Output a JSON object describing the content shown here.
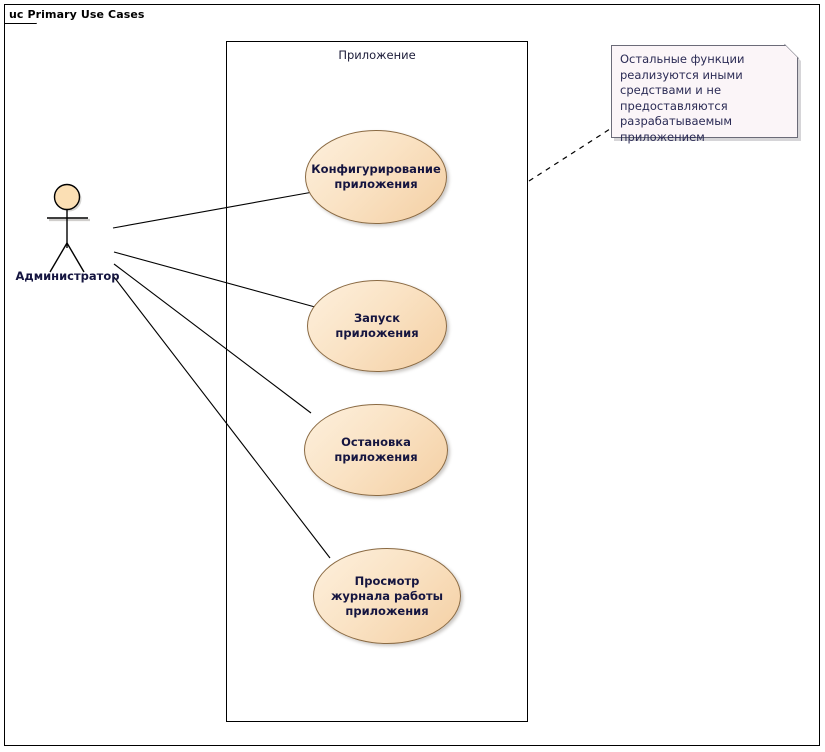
{
  "frame": {
    "tab_label": "uc Primary Use Cases"
  },
  "boundary": {
    "label": "Приложение"
  },
  "actor": {
    "label": "Администратор",
    "icon": "stick-figure-actor-icon"
  },
  "use_cases": [
    {
      "id": "configure",
      "label": "Конфигурирование приложения"
    },
    {
      "id": "start",
      "label": "Запуск приложения"
    },
    {
      "id": "stop",
      "label": "Остановка приложения"
    },
    {
      "id": "view-log",
      "label": "Просмотр журнала работы приложения"
    }
  ],
  "note": {
    "text": "Остальные функции реализуются иными средствами и не предоставляются разрабатываемым приложением"
  },
  "colors": {
    "usecase_fill_light": "#fdf0dd",
    "usecase_fill_dark": "#f4cfa3",
    "usecase_border": "#8a6a43",
    "usecase_text": "#151540",
    "note_fill": "#fbf5f8",
    "note_border": "#6b6b78",
    "actor_head_fill": "#fbdfb4",
    "line": "#000000"
  }
}
